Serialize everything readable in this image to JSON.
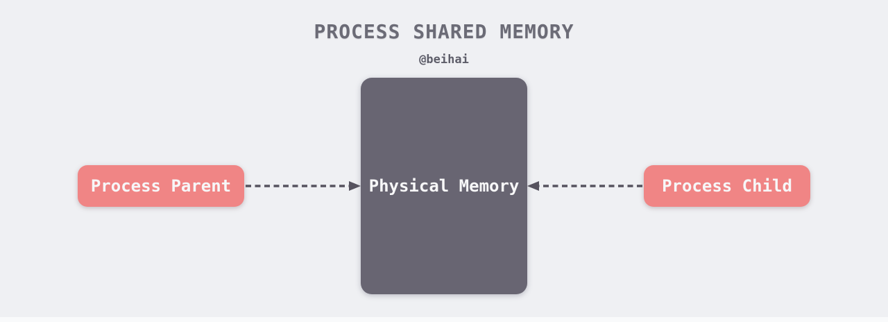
{
  "title": "PROCESS SHARED MEMORY",
  "subtitle": "@beihai",
  "nodes": {
    "parent": {
      "label": "Process Parent"
    },
    "memory": {
      "label": "Physical Memory"
    },
    "child": {
      "label": "Process Child"
    }
  },
  "arrows": {
    "parent_to_memory": {
      "from": "Process Parent",
      "to": "Physical Memory",
      "style": "dashed",
      "direction": "right"
    },
    "child_to_memory": {
      "from": "Process Child",
      "to": "Physical Memory",
      "style": "dashed",
      "direction": "left"
    }
  },
  "colors": {
    "background": "#eff0f3",
    "process_box": "#f08585",
    "memory_box": "#686572",
    "arrow": "#56535f",
    "title_text": "#6b6b76",
    "subtitle_text": "#5d5d69",
    "box_text": "#f7f7f8"
  }
}
